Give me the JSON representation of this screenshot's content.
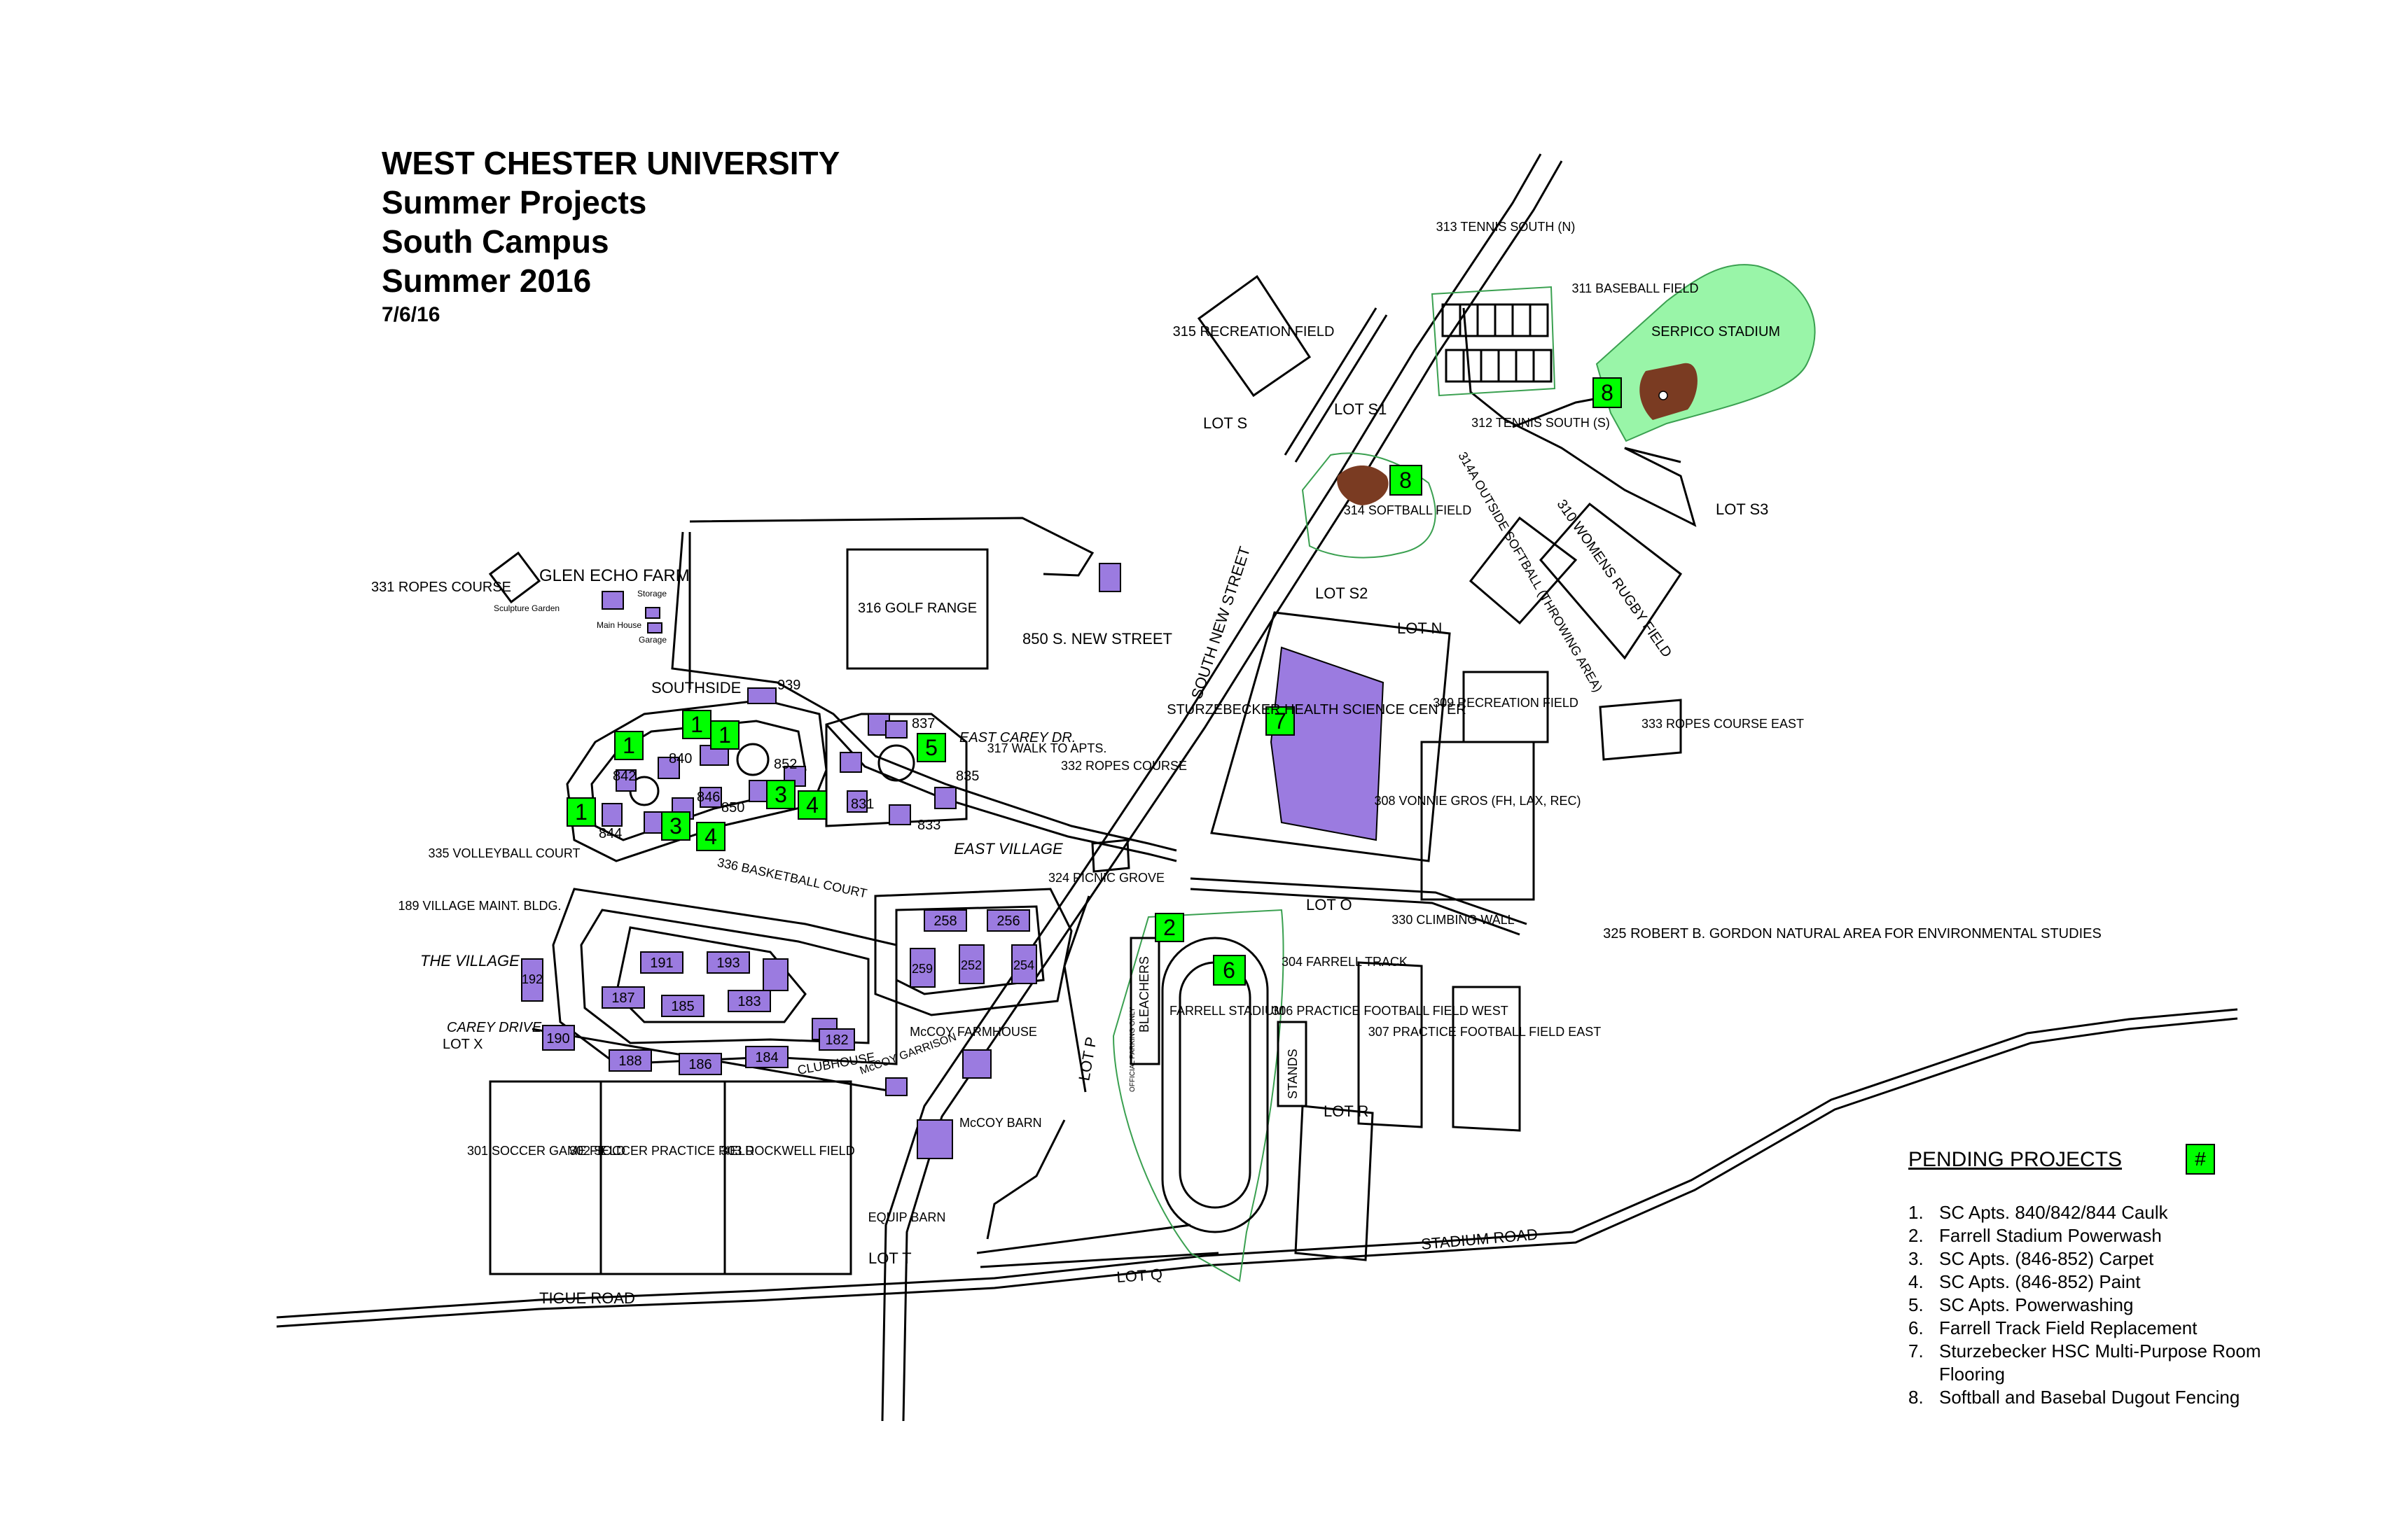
{
  "title": {
    "line1": "WEST CHESTER UNIVERSITY",
    "line2": "Summer Projects",
    "line3": "South Campus",
    "line4": "Summer 2016",
    "date": "7/6/16"
  },
  "colors": {
    "building": "#9b7be0",
    "project_marker": "#00ff00",
    "field_green": "#99f5a8",
    "infield": "#7a3b22",
    "line": "#000000"
  },
  "legend": {
    "title": "PENDING PROJECTS",
    "key": "#",
    "items": [
      {
        "num": "1.",
        "text": "SC Apts. 840/842/844 Caulk"
      },
      {
        "num": "2.",
        "text": "Farrell Stadium Powerwash"
      },
      {
        "num": "3.",
        "text": "SC Apts. (846-852) Carpet"
      },
      {
        "num": "4.",
        "text": "SC Apts. (846-852) Paint"
      },
      {
        "num": "5.",
        "text": "SC Apts. Powerwashing"
      },
      {
        "num": "6.",
        "text": "Farrell Track Field Replacement"
      },
      {
        "num": "7.",
        "text": "Sturzebecker HSC Multi-Purpose Room Flooring"
      },
      {
        "num": "8.",
        "text": "Softball and Basebal Dugout Fencing"
      }
    ]
  },
  "markers": [
    "1",
    "1",
    "1",
    "1",
    "3",
    "4",
    "3",
    "4",
    "5",
    "7",
    "2",
    "6",
    "8",
    "8"
  ],
  "roads": {
    "tigue_road": "TIGUE ROAD",
    "stadium_road": "STADIUM ROAD",
    "south_new_street": "SOUTH NEW STREET",
    "carey_drive": "CAREY DRIVE",
    "east_carey_dr": "EAST CAREY DR.",
    "walk_to_apts": "317 WALK TO APTS.",
    "address": "850 S. NEW STREET"
  },
  "lots": {
    "lot_s": "LOT S",
    "lot_s1": "LOT S1",
    "lot_s2": "LOT S2",
    "lot_s3": "LOT S3",
    "lot_n": "LOT N",
    "lot_o": "LOT O",
    "lot_p": "LOT P",
    "lot_q": "LOT Q",
    "lot_r": "LOT R",
    "lot_t": "LOT T",
    "lot_x": "LOT X"
  },
  "places": {
    "ropes_331": "331 ROPES COURSE",
    "glen_echo": "GLEN ECHO FARM",
    "sculpture_garden": "Sculpture Garden",
    "main_house": "Main House",
    "storage": "Storage",
    "garage": "Garage",
    "golf_range": "316 GOLF RANGE",
    "rec_315": "315 RECREATION FIELD",
    "tennis_313": "313 TENNIS SOUTH (N)",
    "tennis_312": "312 TENNIS SOUTH (S)",
    "baseball_311": "311 BASEBALL FIELD",
    "serpico": "SERPICO STADIUM",
    "softball_314": "314 SOFTBALL FIELD",
    "softball_314a": "314A OUTSIDE SOFTBALL (THROWING AREA)",
    "rugby_310": "310 WOMENS RUGBY FIELD",
    "rec_309": "309 RECREATION FIELD",
    "vonnie_308": "308 VONNIE GROS (FH, LAX, REC)",
    "ropes_333": "333 ROPES COURSE EAST",
    "sturzebecker": "STURZEBECKER HEALTH SCIENCE CENTER",
    "climbing": "330 CLIMBING WALL",
    "gordon_325": "325 ROBERT B. GORDON NATURAL AREA FOR ENVIRONMENTAL STUDIES",
    "farrell_track": "304 FARRELL TRACK",
    "farrell_stadium": "FARRELL STADIUM",
    "bleachers": "BLEACHERS",
    "stands": "STANDS",
    "official_parking": "OFFICIAL PARKING ONLY",
    "practice_306": "306 PRACTICE FOOTBALL FIELD WEST",
    "practice_307": "307 PRACTICE FOOTBALL FIELD EAST",
    "southside": "SOUTHSIDE",
    "bldg_939": "939",
    "ropes_332": "332 ROPES COURSE",
    "picnic_324": "324 PICNIC GROVE",
    "east_village": "EAST VILLAGE",
    "volleyball_335": "335 VOLLEYBALL COURT",
    "basketball_336": "336 BASKETBALL COURT",
    "village_maint_189": "189 VILLAGE MAINT. BLDG.",
    "the_village": "THE VILLAGE",
    "clubhouse": "CLUBHOUSE",
    "mccoy_farmhouse": "McCOY FARMHOUSE",
    "mccoy_garrison": "McCOY GARRISON",
    "mccoy_barn": "McCOY BARN",
    "equip_barn": "EQUIP BARN",
    "soccer_301": "301 SOCCER GAME FIELD",
    "soccer_302": "302 SOCCER PRACTICE FIELD",
    "rockwell_303": "303 ROCKWELL FIELD"
  },
  "building_numbers": {
    "b837": "837",
    "b840": "840",
    "b842": "842",
    "b844": "844",
    "b846": "846",
    "b850": "850",
    "b852": "852",
    "b831": "831",
    "b833": "833",
    "b835": "835",
    "b191": "191",
    "b193": "193",
    "b187": "187",
    "b185": "185",
    "b183": "183",
    "b192": "192",
    "b190": "190",
    "b188": "188",
    "b186": "186",
    "b184": "184",
    "b182": "182",
    "b258": "258",
    "b256": "256",
    "b259": "259",
    "b252": "252",
    "b254": "254"
  }
}
